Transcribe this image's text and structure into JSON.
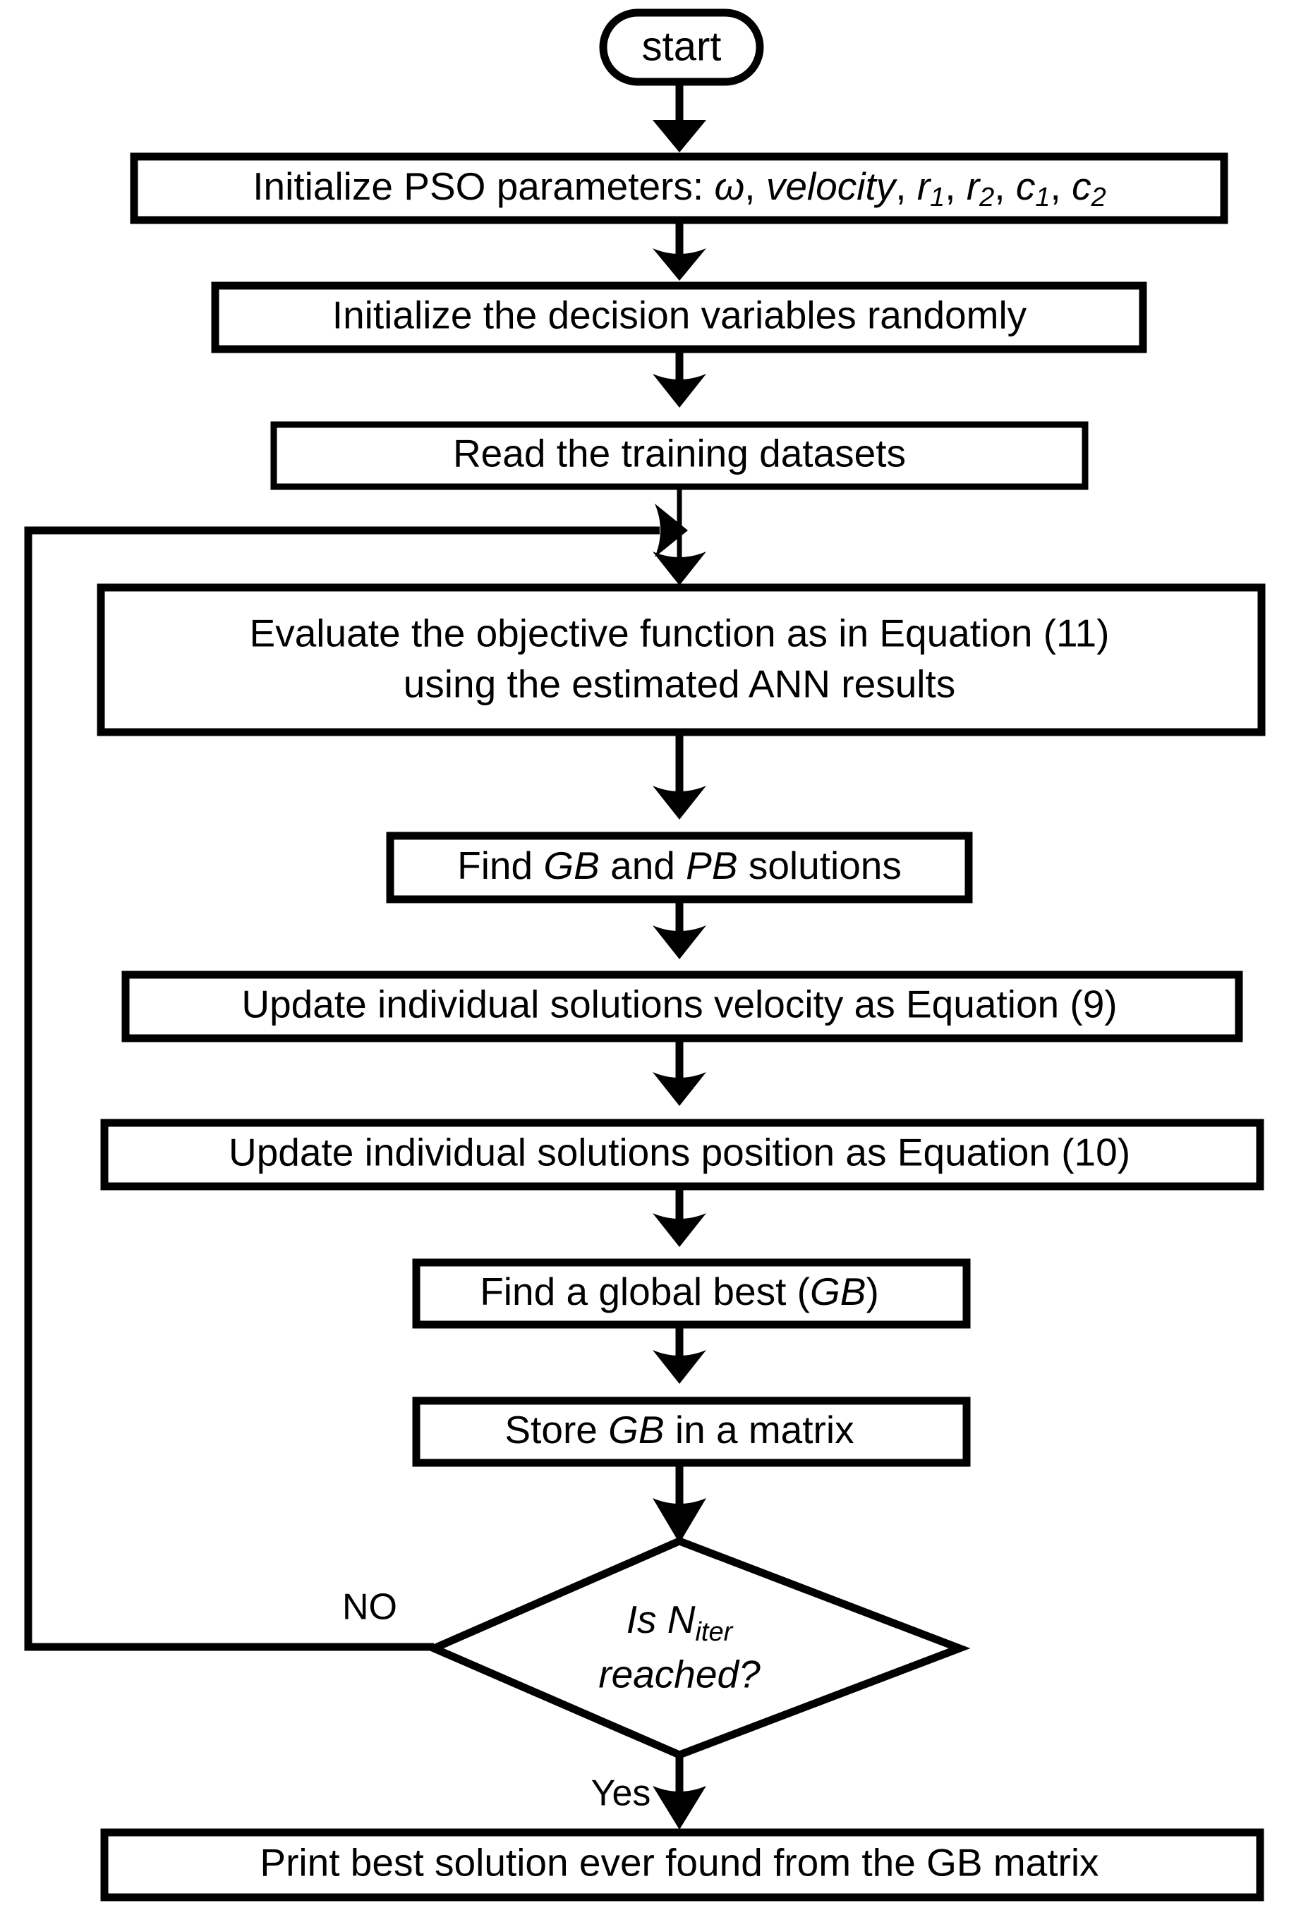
{
  "diagram": {
    "title": "PSO algorithm flowchart",
    "type": "flowchart",
    "background_color": "#ffffff",
    "line_color": "#000000",
    "fill_color": "#ffffff"
  },
  "nodes": {
    "start": {
      "shape": "stadium",
      "label": "start"
    },
    "init_params": {
      "shape": "rectangle",
      "prefix": "Initialize PSO parameters: ",
      "omega": "ω",
      "sep1": ", ",
      "velocity": "velocity",
      "sep2": ", ",
      "r": "r",
      "r_sub1": "1",
      "sep3": ", ",
      "r2": "r",
      "r_sub2": "2",
      "sep4": ", ",
      "c": "c",
      "c_sub1": "1",
      "sep5": ", ",
      "c2": "c",
      "c_sub2": "2"
    },
    "init_vars": {
      "shape": "rectangle",
      "label": "Initialize the decision variables randomly"
    },
    "read_data": {
      "shape": "rectangle",
      "label": "Read the training datasets"
    },
    "evaluate": {
      "shape": "rectangle",
      "line1": "Evaluate the objective function as in Equation (11)",
      "line2": "using the estimated ANN results"
    },
    "find_gb_pb": {
      "shape": "rectangle",
      "pre": "Find ",
      "gb": "GB",
      "mid": " and ",
      "pb": "PB",
      "post": " solutions"
    },
    "update_velocity": {
      "shape": "rectangle",
      "label": "Update individual solutions velocity as Equation (9)"
    },
    "update_position": {
      "shape": "rectangle",
      "label": "Update individual solutions position as Equation (10)"
    },
    "find_global_best": {
      "shape": "rectangle",
      "pre": "Find a global best (",
      "gb": "GB",
      "post": ")"
    },
    "store_gb": {
      "shape": "rectangle",
      "pre": "Store ",
      "gb": "GB",
      "post": " in a matrix"
    },
    "decision": {
      "shape": "diamond",
      "line1_pre": "Is N",
      "line1_sub": "iter",
      "line2": "reached?"
    },
    "print_best": {
      "shape": "rectangle",
      "label": "Print best solution ever found from the GB matrix"
    }
  },
  "edges": {
    "no_label": "NO",
    "yes_label": "Yes"
  }
}
